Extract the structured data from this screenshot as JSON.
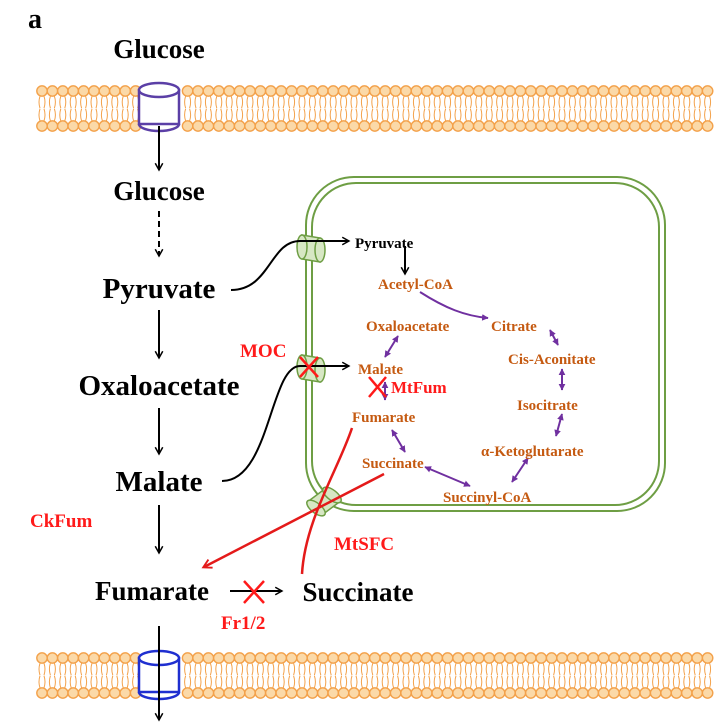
{
  "panel_label": "a",
  "cytosol": {
    "glucose_outside": "Glucose",
    "glucose_inside": "Glucose",
    "pyruvate": "Pyruvate",
    "oxaloacetate": "Oxaloacetate",
    "malate": "Malate",
    "fumarate": "Fumarate",
    "succinate": "Succinate"
  },
  "enzymes": {
    "moc": "MOC",
    "mtfum": "MtFum",
    "ckfum": "CkFum",
    "mtsfc": "MtSFC",
    "fr12": "Fr1/2"
  },
  "mitochondrion": {
    "pyruvate": "Pyruvate",
    "acetyl_coa": "Acetyl-CoA",
    "citrate": "Citrate",
    "cis_aconitate": "Cis-Aconitate",
    "isocitrate": "Isocitrate",
    "alpha_ketoglutarate": "α-Ketoglutarate",
    "succinyl_coa": "Succinyl-CoA",
    "succinate": "Succinate",
    "fumarate": "Fumarate",
    "malate": "Malate",
    "oxaloacetate": "Oxaloacetate"
  },
  "colors": {
    "membrane_fill": "#fbd9a8",
    "membrane_stroke": "#f3a14a",
    "mito_stroke": "#6e9e44",
    "mito_transporter_fill": "#d7e7c4",
    "cell_transporter_stroke": "#5b3fa6",
    "cell_transporter2_stroke": "#1f2fd0",
    "tca_text": "#c55a11",
    "tca_arrow": "#7030a0",
    "inhibition": "#ff1a1a",
    "flux_arrow": "#e41a1a"
  }
}
